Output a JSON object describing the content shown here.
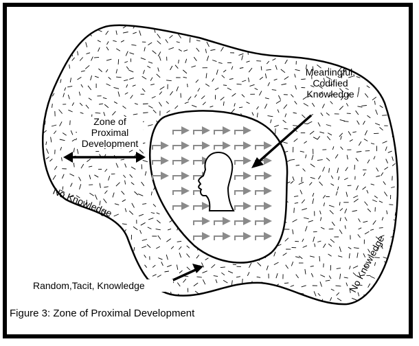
{
  "figure": {
    "caption": "Figure 3: Zone of Proximal Development",
    "labels": {
      "zone_line1": "Zone of",
      "zone_line2": "Proximal",
      "zone_line3": "Development",
      "codified_line1": "Meaningful,",
      "codified_line2": "Codified",
      "codified_line3": "Knowledge",
      "no_knowledge_left": "No Knowledge",
      "no_knowledge_right": "No Knowledge",
      "random_tacit": "Random,Tacit, Knowledge"
    },
    "icons": [
      "head-profile-icon",
      "double-arrow-icon",
      "pointer-arrow-icon",
      "flow-arrow-icon"
    ]
  }
}
